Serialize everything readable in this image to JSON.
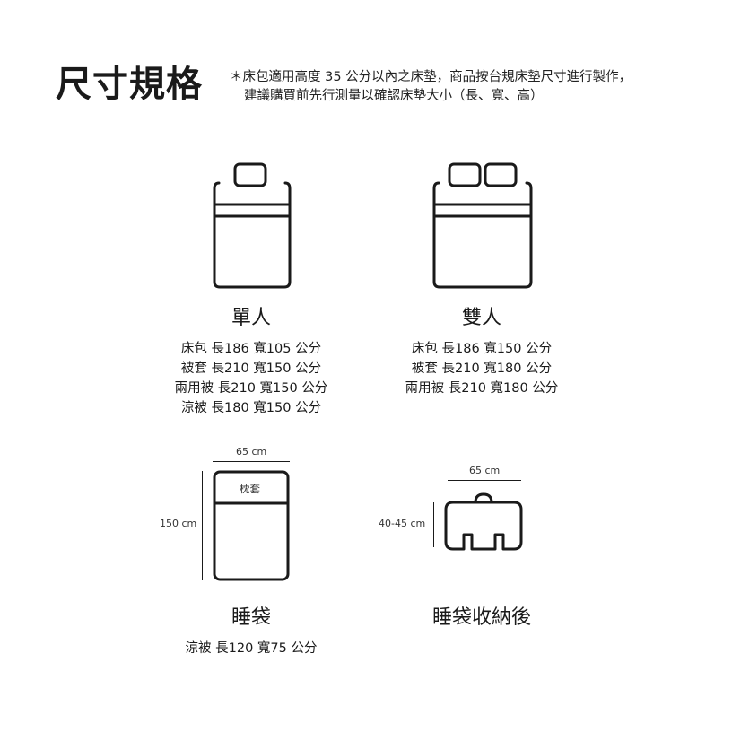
{
  "header": {
    "title": "尺寸規格",
    "note_line1": "＊床包適用高度 35 公分以內之床墊，商品按台規床墊尺寸進行製作，",
    "note_line2": "建議購買前先行測量以確認床墊大小（長、寬、高）"
  },
  "single": {
    "label": "單人",
    "specs": [
      "床包 長186 寬105 公分",
      "被套 長210 寬150 公分",
      "兩用被 長210 寬150 公分",
      "涼被 長180 寬150 公分"
    ]
  },
  "double": {
    "label": "雙人",
    "specs": [
      "床包 長186 寬150 公分",
      "被套 長210 寬180 公分",
      "兩用被 長210 寬180 公分"
    ]
  },
  "sleeping_bag": {
    "label": "睡袋",
    "width_dim": "65 cm",
    "height_dim": "150 cm",
    "pillow_label": "枕套",
    "specs": [
      "涼被 長120 寬75 公分"
    ]
  },
  "packed_bag": {
    "label": "睡袋收納後",
    "width_dim": "65 cm",
    "height_dim": "40-45 cm"
  },
  "colors": {
    "ink": "#1a1a1a",
    "background": "#ffffff"
  }
}
